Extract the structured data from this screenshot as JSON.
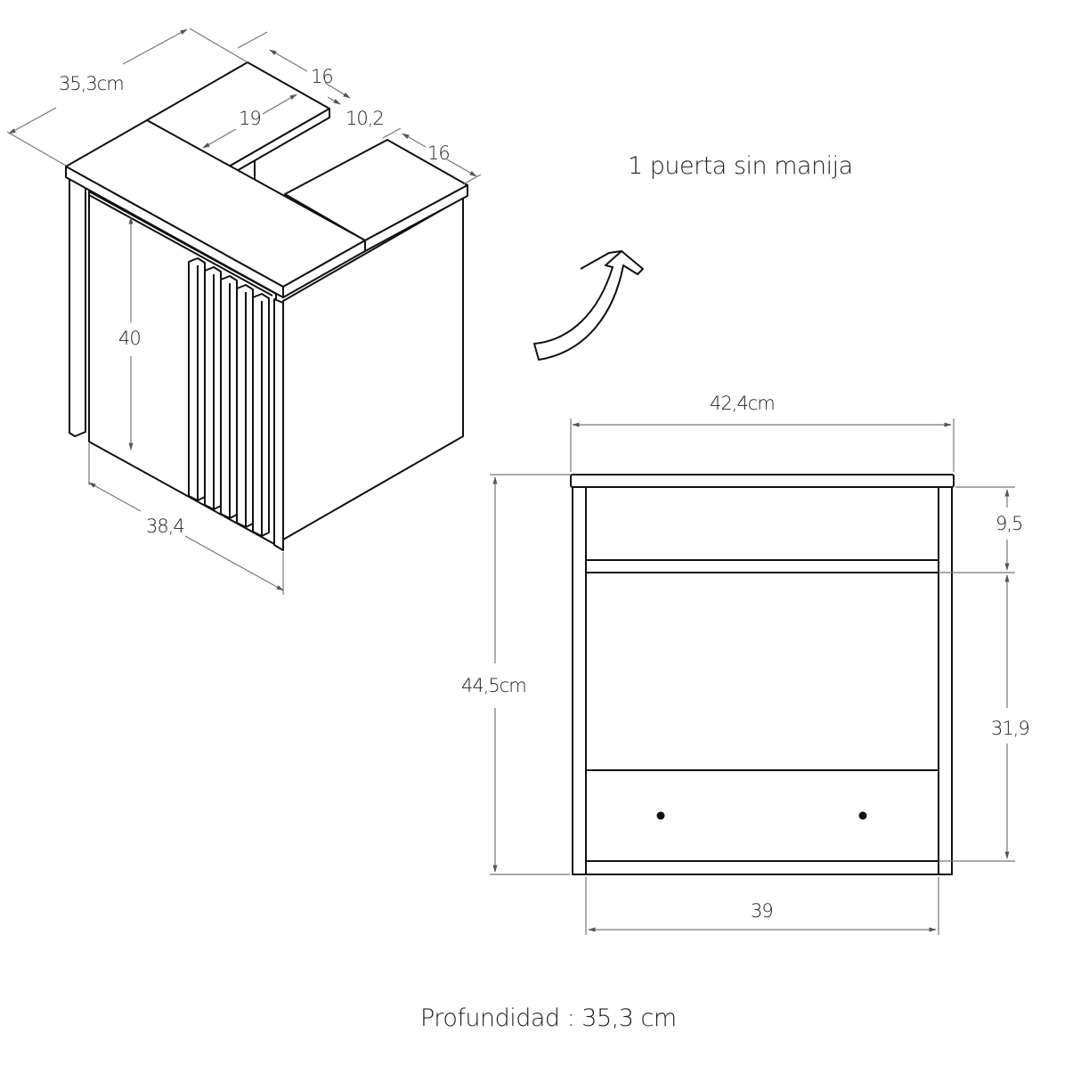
{
  "title": "1 puerta sin manija",
  "footer": "Profundidad : 35,3 cm",
  "iso_view": {
    "dimensions": {
      "depth": "35,3cm",
      "top_left_panel": "16",
      "top_inner": "19",
      "gap": "10,2",
      "top_right_panel": "16",
      "height": "40",
      "width": "38,4"
    }
  },
  "front_view": {
    "dimensions": {
      "overall_width": "42,4cm",
      "overall_height": "44,5cm",
      "top_compartment": "9,5",
      "door_height": "31,9",
      "inner_width": "39"
    }
  },
  "colors": {
    "line": "#111111",
    "dimension_line": "#777777",
    "background": "#ffffff"
  }
}
